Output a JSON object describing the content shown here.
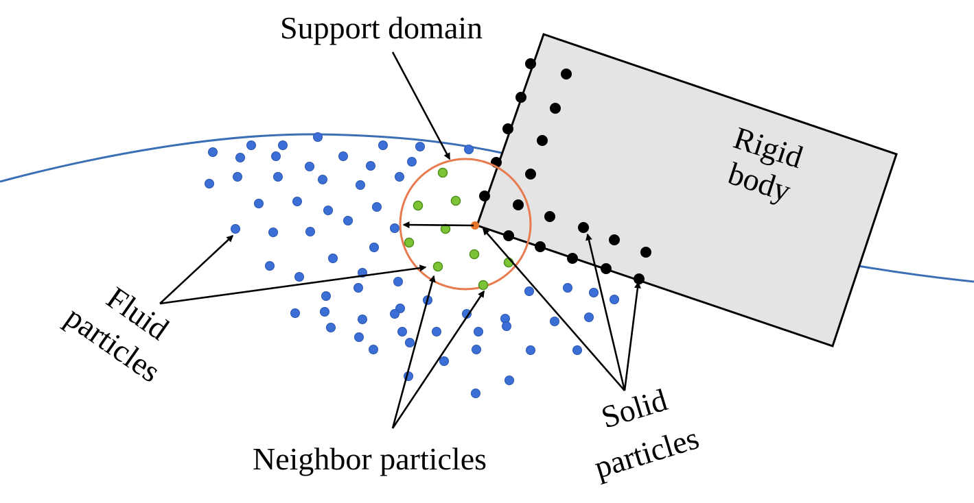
{
  "labels": {
    "support_domain": "Support domain",
    "rigid_body_line1": "Rigid",
    "rigid_body_line2": "body",
    "fluid_line1": "Fluid",
    "fluid_line2": "particles",
    "neighbor": "Neighbor particles",
    "solid_line1": "Solid",
    "solid_line2": "particles"
  },
  "colors": {
    "free_surface": "#3a6fb5",
    "fluid_particle": "#3b6fd6",
    "neighbor_particle": "#7cc335",
    "target_particle": "#e8732a",
    "support_circle": "#e87a4f",
    "solid_particle": "#000000",
    "rigid_body_fill": "#e4e4e4"
  }
}
